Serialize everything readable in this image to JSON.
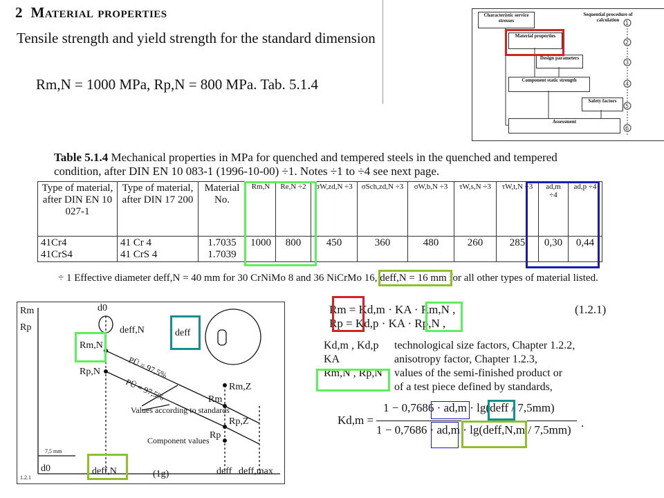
{
  "section": {
    "number": "2",
    "title": "Material properties"
  },
  "intro": {
    "text": "Tensile strength and yield strength for the standard dimension",
    "formula": "Rm,N = 1000 MPa,  Rp,N = 800 MPa.   Tab. 5.1.4"
  },
  "flowchart": {
    "header_left": "Characteristic service stresses",
    "header_right": "Sequential procedure of calculation",
    "steps": [
      "Material properties",
      "Design parameters",
      "Component static strength",
      "Safety factors",
      "Assessment"
    ],
    "step_numbers": [
      "1",
      "2",
      "3",
      "4",
      "5",
      "6"
    ]
  },
  "table": {
    "title_label": "Table 5.1.4",
    "title_text": "Mechanical properties in MPa for quenched and tempered steels in the quenched and tempered condition, after DIN EN 10 083-1 (1996-10-00) ÷1.  Notes ÷1 to ÷4 see next page.",
    "headers": [
      "Type of material, after DIN EN 10 027-1",
      "Type of material, after DIN 17 200",
      "Material No.",
      "Rm,N",
      "Re,N ÷2",
      "σW,zd,N ÷3",
      "σSch,zd,N ÷3",
      "σW,b,N ÷3",
      "τW,s,N ÷3",
      "τW,t,N ÷3",
      "ad,m ÷4",
      "ad,p ÷4"
    ],
    "rows": [
      [
        "41Cr4\n41CrS4",
        "41 Cr 4\n41 CrS 4",
        "1.7035\n1.7039",
        "1000",
        "800",
        "450",
        "360",
        "480",
        "260",
        "285",
        "0,30",
        "0,44"
      ]
    ],
    "note": "÷ 1 Effective diameter deff,N = 40 mm for 30 CrNiMo 8 and 36 NiCrMo 16, deff,N = 16 mm for all other types of material listed."
  },
  "diagram": {
    "labels": {
      "rm": "Rm",
      "rp": "Rp",
      "d0": "d0",
      "deffN_top": "deff,N",
      "deff_box": "deff",
      "rmN": "Rm,N",
      "rpN": "Rp,N",
      "pu1": "PÜ = 97,5%",
      "pu2": "PÜ = 97,5%",
      "rmZ": "Rm,Z",
      "rm2": "Rm",
      "rpZ": "Rp,Z",
      "rp2": "Rp",
      "values_std": "Values according to standards",
      "comp_values": "Component values",
      "axis_mm": "7,5 mm",
      "fig": "1.2.1",
      "xd0": "d0",
      "xdeffN": "deff,N",
      "x1g": "(1g)",
      "xdeff": "deff",
      "xdeffmax": "deff,max"
    }
  },
  "equations": {
    "line1": "Rm = Kd,m · KA · Rm,N ,",
    "line2": "Rp = Kd,p · KA · Rp,N ,",
    "number": "(1.2.1)",
    "defs": [
      {
        "term": "Kd,m , Kd,p",
        "desc": "technological size factors, Chapter 1.2.2,"
      },
      {
        "term": "KA",
        "desc": "anisotropy factor, Chapter 1.2.3,"
      },
      {
        "term": "Rm,N , Rp,N",
        "desc": "values of the semi-finished product or"
      },
      {
        "term": "",
        "desc": "of a test piece defined by standards,"
      }
    ],
    "kdm_lhs": "Kd,m =",
    "kdm_num": "1 − 0,7686 · ad,m · lg(deff / 7,5mm)",
    "kdm_den": "1 − 0,7686 · ad,m · lg(deff,N,m / 7,5mm)",
    "kdm_end": "."
  },
  "colors": {
    "red": "#d32222",
    "green": "#5cf05c",
    "blue": "#1a1ab8",
    "teal": "#138f8f",
    "olive": "#8fbf2a"
  }
}
